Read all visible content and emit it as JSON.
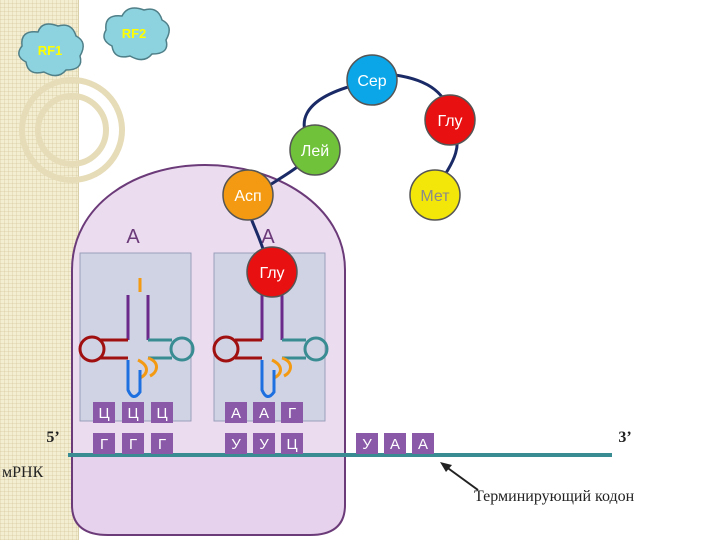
{
  "release_factors": {
    "rf1": "RF1",
    "rf2": "RF2"
  },
  "amino_acids": {
    "ser": "Сер",
    "glu_top": "Глу",
    "ley": "Лей",
    "asp": "Асп",
    "met": "Мет",
    "glu_p": "Глу"
  },
  "sites": {
    "a_site": "А",
    "p_site": "А"
  },
  "anticodons": {
    "trna1": [
      "Ц",
      "Ц",
      "Ц"
    ],
    "trna2": [
      "А",
      "А",
      "Г"
    ]
  },
  "mrna": {
    "five_prime": "5’",
    "three_prime": "3’",
    "label": "мРНК",
    "codon1": [
      "Г",
      "Г",
      "Г"
    ],
    "codon2": [
      "У",
      "У",
      "Ц"
    ],
    "stop_codon": [
      "У",
      "А",
      "А"
    ],
    "stop_label": "Терминирующий кодон"
  },
  "colors": {
    "ribosome_fill": "#e9d8ee",
    "ribosome_stroke": "#6b3a78",
    "mrna_line": "#3a8c93",
    "rf_cloud": "#8dd3df",
    "rf_text": "#ffff00",
    "codon_box": "#8a5aa8",
    "ser": "#0aa6e8",
    "glu": "#e81010",
    "ley": "#6fc23a",
    "asp": "#f39a12",
    "met": "#f3e70a"
  }
}
